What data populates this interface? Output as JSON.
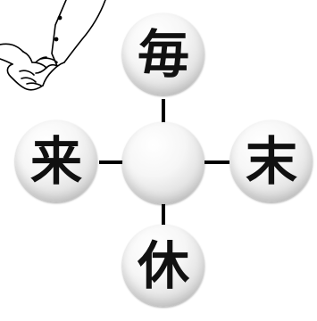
{
  "puzzle": {
    "top_char": "毎",
    "left_char": "来",
    "right_char": "末",
    "bottom_char": "休",
    "center_char": ""
  },
  "illustration": {
    "icon": "folded-hands-icon"
  }
}
